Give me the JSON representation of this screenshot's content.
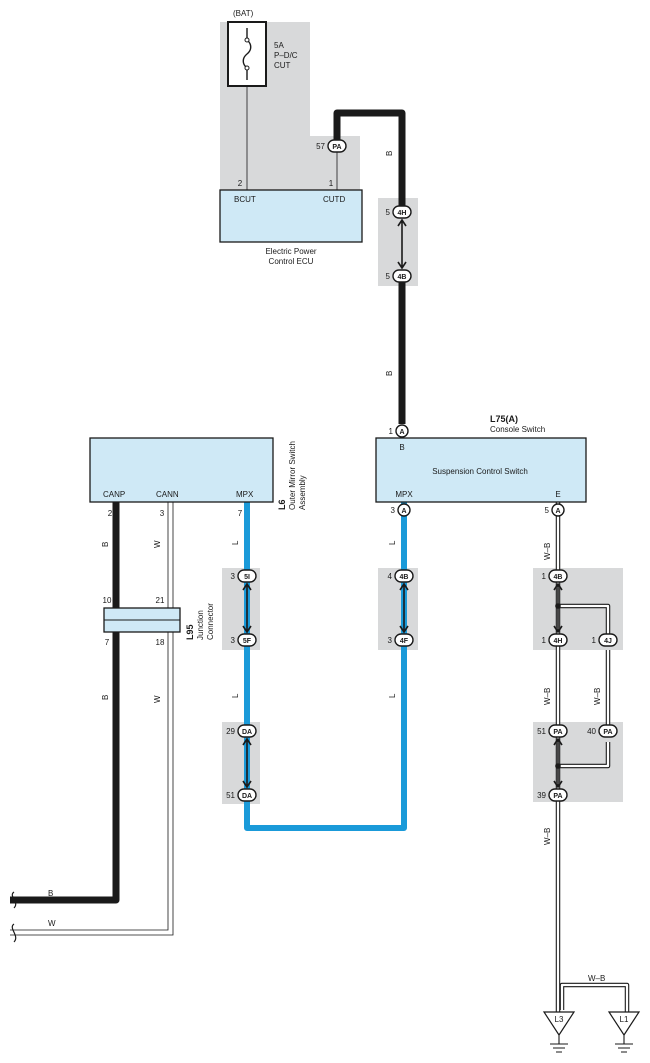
{
  "fuse": {
    "source": "(BAT)",
    "amp": "5A",
    "name_line1": "P–D/C",
    "name_line2": "CUT"
  },
  "ecu": {
    "pin_bcut_no": "2",
    "pin_bcut": "BCUT",
    "pin_cutd_no": "1",
    "pin_cutd": "CUTD",
    "name_line1": "Electric Power",
    "name_line2": "Control ECU"
  },
  "suspension": {
    "code": "L75(A)",
    "subtitle": "Console Switch",
    "name": "Suspension Control Switch",
    "pin_b_no": "1",
    "pin_b": "B",
    "pin_b_conn": "A",
    "pin_mpx_no": "3",
    "pin_mpx": "MPX",
    "pin_mpx_conn": "A",
    "pin_e_no": "5",
    "pin_e": "E",
    "pin_e_conn": "A"
  },
  "mirror": {
    "code": "L6",
    "name_line1": "Outer Mirror Switch",
    "name_line2": "Assembly",
    "pin_canp_no": "2",
    "pin_canp": "CANP",
    "pin_cann_no": "3",
    "pin_cann": "CANN",
    "pin_mpx_no": "7",
    "pin_mpx": "MPX"
  },
  "junction": {
    "code": "L95",
    "name_line1": "Junction",
    "name_line2": "Connector",
    "pin_10": "10",
    "pin_21": "21",
    "pin_7": "7",
    "pin_18": "18"
  },
  "connectors": {
    "c_57_pa": {
      "pin": "57",
      "code": "PA"
    },
    "c_5_4h": {
      "pin": "5",
      "code": "4H"
    },
    "c_5_4b": {
      "pin": "5",
      "code": "4B"
    },
    "c_3_5i": {
      "pin": "3",
      "code": "5I"
    },
    "c_3_5f": {
      "pin": "3",
      "code": "5F"
    },
    "c_29_da": {
      "pin": "29",
      "code": "DA"
    },
    "c_51_da": {
      "pin": "51",
      "code": "DA"
    },
    "c_4_4b": {
      "pin": "4",
      "code": "4B"
    },
    "c_3_4f": {
      "pin": "3",
      "code": "4F"
    },
    "c_1_4b": {
      "pin": "1",
      "code": "4B"
    },
    "c_1_4h": {
      "pin": "1",
      "code": "4H"
    },
    "c_1_4j": {
      "pin": "1",
      "code": "4J"
    },
    "c_51_pa": {
      "pin": "51",
      "code": "PA"
    },
    "c_40_pa": {
      "pin": "40",
      "code": "PA"
    },
    "c_39_pa": {
      "pin": "39",
      "code": "PA"
    }
  },
  "wire_colors": {
    "b_top": "B",
    "b_mid": "B",
    "b_left_upper": "B",
    "w_left_upper": "W",
    "b_left_lower": "B",
    "w_left_lower": "W",
    "b_bottom": "B",
    "w_bottom": "W",
    "l_mirror_upper": "L",
    "l_mirror_lower": "L",
    "l_susp_upper": "L",
    "l_susp_lower": "L",
    "wb_upper": "W–B",
    "wb_mid_left": "W–B",
    "wb_mid_right": "W–B",
    "wb_lower": "W–B",
    "wb_ground": "W–B"
  },
  "grounds": {
    "g1": "L3",
    "g2": "L1"
  },
  "colors": {
    "wire_blue": "#1a9ad9",
    "component_fill": "#cfe9f6",
    "shade": "#d8d9da"
  }
}
